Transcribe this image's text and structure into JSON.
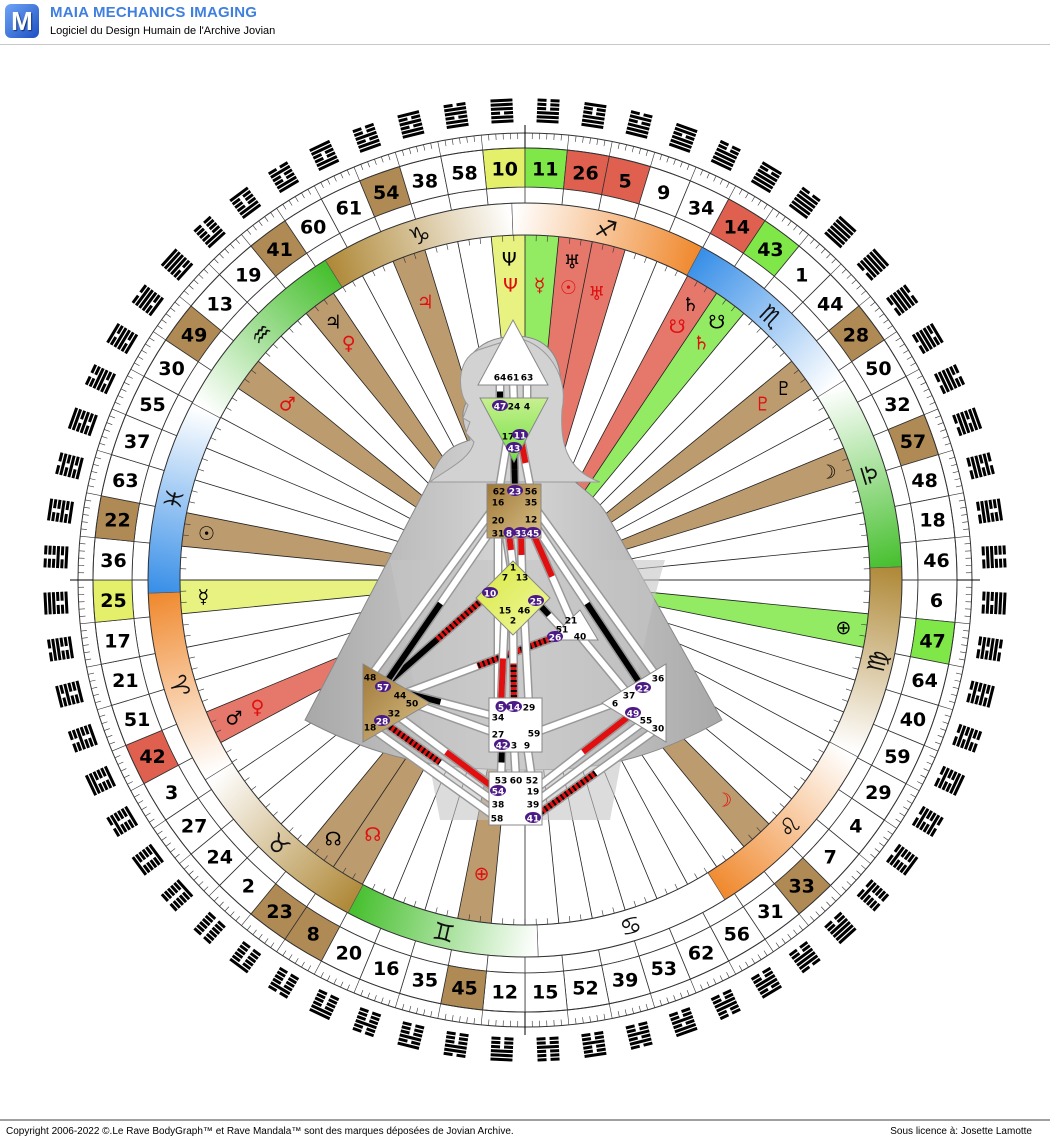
{
  "header": {
    "logo_letter": "M",
    "title": "MAIA MECHANICS IMAGING",
    "subtitle": "Logiciel du Design Humain de l'Archive Jovian"
  },
  "footer": {
    "copyright": "Copyright 2006-2022 ©.Le Rave BodyGraph™ et Rave Mandala™ sont des marques déposées de Jovian Archive.",
    "license": "Sous licence à: Josette Lamotte"
  },
  "mandala": {
    "gate_order": [
      10,
      11,
      26,
      5,
      9,
      34,
      14,
      43,
      1,
      44,
      28,
      50,
      32,
      57,
      48,
      18,
      46,
      6,
      47,
      64,
      40,
      59,
      29,
      4,
      7,
      33,
      31,
      56,
      62,
      53,
      39,
      52,
      15,
      12,
      45,
      35,
      16,
      20,
      8,
      23,
      2,
      24,
      27,
      3,
      42,
      51,
      21,
      17,
      25,
      36,
      22,
      63,
      37,
      55,
      30,
      49,
      13,
      19,
      41,
      60,
      61,
      54,
      38,
      58
    ],
    "activated_gates": {
      "10": "#e4f06a",
      "11": "#7fe848",
      "26": "#e06050",
      "5": "#e06050",
      "14": "#e06050",
      "43": "#7fe848",
      "28": "#b08a55",
      "57": "#b08a55",
      "47": "#7fe848",
      "33": "#b08a55",
      "45": "#b08a55",
      "8": "#b08a55",
      "23": "#b08a55",
      "42": "#e06050",
      "25": "#e4f06a",
      "22": "#b08a55",
      "49": "#b08a55",
      "41": "#b08a55",
      "54": "#b08a55"
    },
    "hexagrams": {
      "1": "111111",
      "2": "000000",
      "3": "100010",
      "4": "010001",
      "5": "111010",
      "6": "010111",
      "7": "010000",
      "8": "000010",
      "9": "111011",
      "10": "110111",
      "11": "111000",
      "12": "000111",
      "13": "101111",
      "14": "111101",
      "15": "001000",
      "16": "000100",
      "17": "100110",
      "18": "011001",
      "19": "110000",
      "20": "000011",
      "21": "100101",
      "22": "101001",
      "23": "000001",
      "24": "100000",
      "25": "100111",
      "26": "111001",
      "27": "100001",
      "28": "011110",
      "29": "010010",
      "30": "101101",
      "31": "001110",
      "32": "011100",
      "33": "001111",
      "34": "111100",
      "35": "000101",
      "36": "101000",
      "37": "101011",
      "38": "110101",
      "39": "001010",
      "40": "010100",
      "41": "110001",
      "42": "100011",
      "43": "111110",
      "44": "011111",
      "45": "000110",
      "46": "011000",
      "47": "010110",
      "48": "011010",
      "49": "101110",
      "50": "011101",
      "51": "100100",
      "52": "001001",
      "53": "001011",
      "54": "110100",
      "55": "101100",
      "56": "001101",
      "57": "011011",
      "58": "110110",
      "59": "010011",
      "60": "110010",
      "61": "110011",
      "62": "001100",
      "63": "101010",
      "64": "010101"
    },
    "zodiac": [
      {
        "sign": "♑",
        "color": "#b08a3a"
      },
      {
        "sign": "♐",
        "color": "#f08a30"
      },
      {
        "sign": "♏",
        "color": "#3a90e8"
      },
      {
        "sign": "♎",
        "color": "#48c030"
      },
      {
        "sign": "♍",
        "color": "#b08a3a"
      },
      {
        "sign": "♌",
        "color": "#f08a30"
      },
      {
        "sign": "♋",
        "color": "#ffffff"
      },
      {
        "sign": "♊",
        "color": "#48c030"
      },
      {
        "sign": "♉",
        "color": "#b08a3a"
      },
      {
        "sign": "♈",
        "color": "#f08a30"
      },
      {
        "sign": "♓",
        "color": "#3a90e8"
      },
      {
        "sign": "♒",
        "color": "#48c030"
      }
    ],
    "planets": [
      {
        "gate": 10,
        "glyph": "Ψ",
        "side": "personality"
      },
      {
        "gate": 10,
        "glyph": "Ψ",
        "side": "design"
      },
      {
        "gate": 11,
        "glyph": "☿",
        "side": "design"
      },
      {
        "gate": 26,
        "glyph": "♅",
        "side": "personality"
      },
      {
        "gate": 26,
        "glyph": "☉",
        "side": "design"
      },
      {
        "gate": 5,
        "glyph": "♅",
        "side": "design"
      },
      {
        "gate": 14,
        "glyph": "♄",
        "side": "personality"
      },
      {
        "gate": 14,
        "glyph": "☋",
        "side": "design"
      },
      {
        "gate": 43,
        "glyph": "☋",
        "side": "personality"
      },
      {
        "gate": 43,
        "glyph": "♄",
        "side": "design"
      },
      {
        "gate": 28,
        "glyph": "♇",
        "side": "personality"
      },
      {
        "gate": 28,
        "glyph": "♇",
        "side": "design"
      },
      {
        "gate": 57,
        "glyph": "☽",
        "side": "personality"
      },
      {
        "gate": 47,
        "glyph": "⊕",
        "side": "personality"
      },
      {
        "gate": 33,
        "glyph": "☽",
        "side": "design"
      },
      {
        "gate": 45,
        "glyph": "⊕",
        "side": "design"
      },
      {
        "gate": 8,
        "glyph": "☊",
        "side": "design"
      },
      {
        "gate": 23,
        "glyph": "☊",
        "side": "personality"
      },
      {
        "gate": 42,
        "glyph": "♂",
        "side": "personality"
      },
      {
        "gate": 42,
        "glyph": "♀",
        "side": "design"
      },
      {
        "gate": 25,
        "glyph": "☿",
        "side": "personality"
      },
      {
        "gate": 22,
        "glyph": "☉",
        "side": "personality"
      },
      {
        "gate": 49,
        "glyph": "♂",
        "side": "design"
      },
      {
        "gate": 41,
        "glyph": "♃",
        "side": "personality"
      },
      {
        "gate": 41,
        "glyph": "♀",
        "side": "design"
      },
      {
        "gate": 54,
        "glyph": "♃",
        "side": "design"
      }
    ],
    "side_colors": {
      "personality": "#000000",
      "design": "#e01010"
    }
  },
  "bodygraph": {
    "centers": {
      "head": {
        "gates": [
          64,
          61,
          63
        ],
        "color": "#ffffff"
      },
      "ajna": {
        "gates": [
          47,
          24,
          4,
          17,
          11,
          43
        ],
        "color": "#8ee860"
      },
      "throat": {
        "gates": [
          62,
          23,
          56,
          16,
          35,
          20,
          12,
          31,
          8,
          33,
          45
        ],
        "color": "#b08a55"
      },
      "g": {
        "gates": [
          1,
          7,
          13,
          10,
          25,
          15,
          46,
          2
        ],
        "color": "#e4f06a"
      },
      "heart": {
        "gates": [
          21,
          51,
          26,
          40
        ],
        "color": "#ffffff"
      },
      "spleen": {
        "gates": [
          48,
          57,
          44,
          50,
          32,
          28,
          18
        ],
        "color": "#b08a55"
      },
      "solar_plexus": {
        "gates": [
          36,
          22,
          37,
          6,
          49,
          55,
          30
        ],
        "color": "#ffffff"
      },
      "sacral": {
        "gates": [
          5,
          14,
          29,
          34,
          27,
          59,
          42,
          3,
          9
        ],
        "color": "#ffffff"
      },
      "root": {
        "gates": [
          53,
          60,
          52,
          54,
          19,
          38,
          39,
          58,
          41
        ],
        "color": "#ffffff"
      }
    },
    "active_gates": {
      "47": "personality",
      "43": "personality",
      "11": "design",
      "23": "personality",
      "8": "design",
      "33": "design",
      "45": "design",
      "10": "both",
      "57": "personality",
      "25": "personality",
      "26": "both",
      "22": "personality",
      "5": "design",
      "14": "both",
      "42": "personality",
      "28": "both",
      "54": "design",
      "49": "design",
      "41": "both"
    },
    "oval_color": "#4b1a86"
  }
}
